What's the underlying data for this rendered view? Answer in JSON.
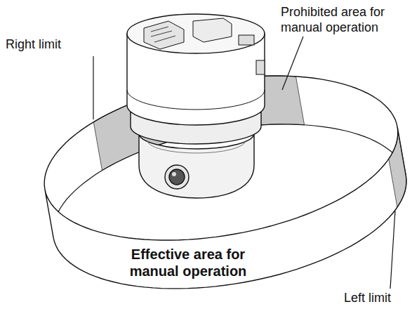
{
  "diagram": {
    "nodes": [
      {
        "text": [
          "Effective area for manual operation"
        ]
      }
    ],
    "labels": [
      "Right limit",
      "Prohibited area for manual operation",
      "Left limit"
    ]
  }
}
